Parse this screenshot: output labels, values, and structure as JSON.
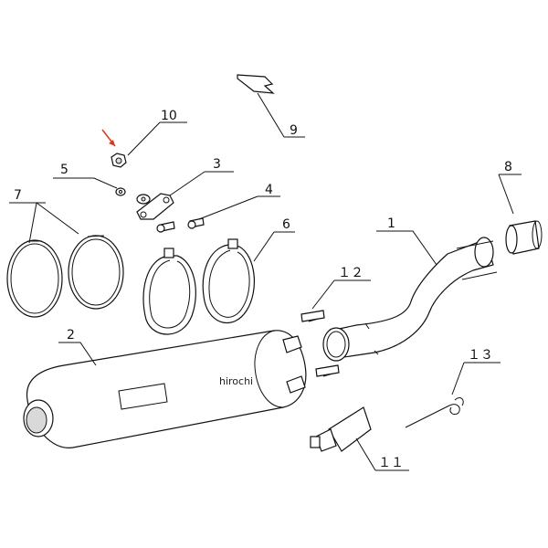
{
  "watermark": "hirochi",
  "callouts": [
    {
      "id": "1",
      "text": "1"
    },
    {
      "id": "2",
      "text": "2"
    },
    {
      "id": "3",
      "text": "3"
    },
    {
      "id": "4",
      "text": "4"
    },
    {
      "id": "5",
      "text": "5"
    },
    {
      "id": "6",
      "text": "6"
    },
    {
      "id": "7",
      "text": "7"
    },
    {
      "id": "8",
      "text": "8"
    },
    {
      "id": "9",
      "text": "9"
    },
    {
      "id": "10",
      "text": "10"
    },
    {
      "id": "11",
      "text": "１１"
    },
    {
      "id": "12",
      "text": "１２"
    },
    {
      "id": "13",
      "text": "１３"
    }
  ],
  "colors": {
    "line": "#111111",
    "arrow": "#d9381e",
    "background": "#ffffff"
  }
}
